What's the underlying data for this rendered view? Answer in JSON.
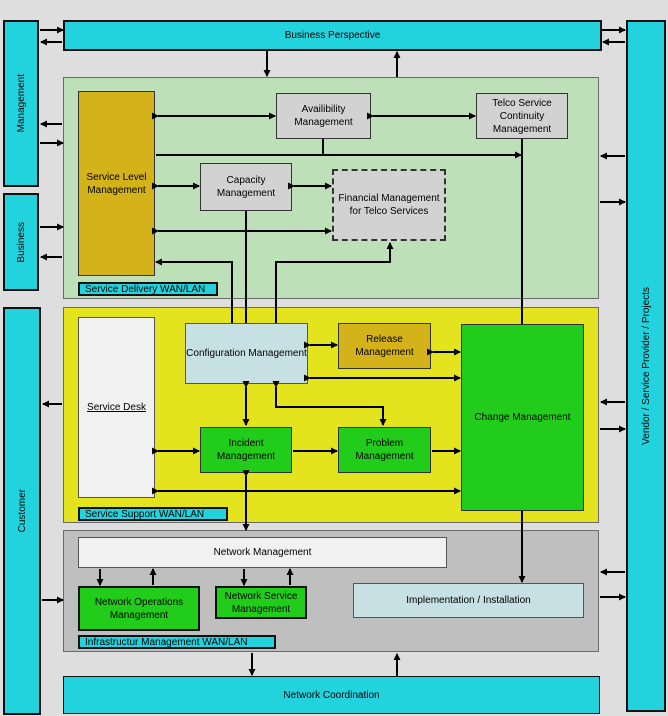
{
  "side": {
    "management": "Management",
    "business": "Business",
    "customer": "Customer",
    "vendor": "Vendor / Service Provider / Projects"
  },
  "top": {
    "business_perspective": "Business Perspective"
  },
  "bottom": {
    "network_coordination": "Network Coordination"
  },
  "delivery": {
    "label": "Service Delivery WAN/LAN",
    "slm": "Service Level Management",
    "availability": "Availibility Management",
    "telco_continuity": "Telco Service Continuity Management",
    "capacity": "Capacity Management",
    "financial": "Financial Management for Telco Services"
  },
  "support": {
    "label": "Service Support WAN/LAN",
    "service_desk": "Service Desk",
    "configuration": "Configuration Management",
    "release": "Release Management",
    "incident": "Incident Management",
    "problem": "Problem Management",
    "change": "Change Management"
  },
  "infra": {
    "label": "Infrastructur Management WAN/LAN",
    "network_mgmt": "Network Management",
    "network_ops": "Network Operations Management",
    "network_service": "Network Service Management",
    "implementation": "Implementation / Installation"
  },
  "colors": {
    "cyan": "#22d3dd",
    "delivery_bg": "#bde0b8",
    "support_bg": "#e3e31e",
    "infra_bg": "#bfbfbf",
    "gold": "#d4b21a",
    "green": "#22cc1a",
    "light_gray": "#d2d2d2",
    "light_blue": "#c6e0e4"
  }
}
